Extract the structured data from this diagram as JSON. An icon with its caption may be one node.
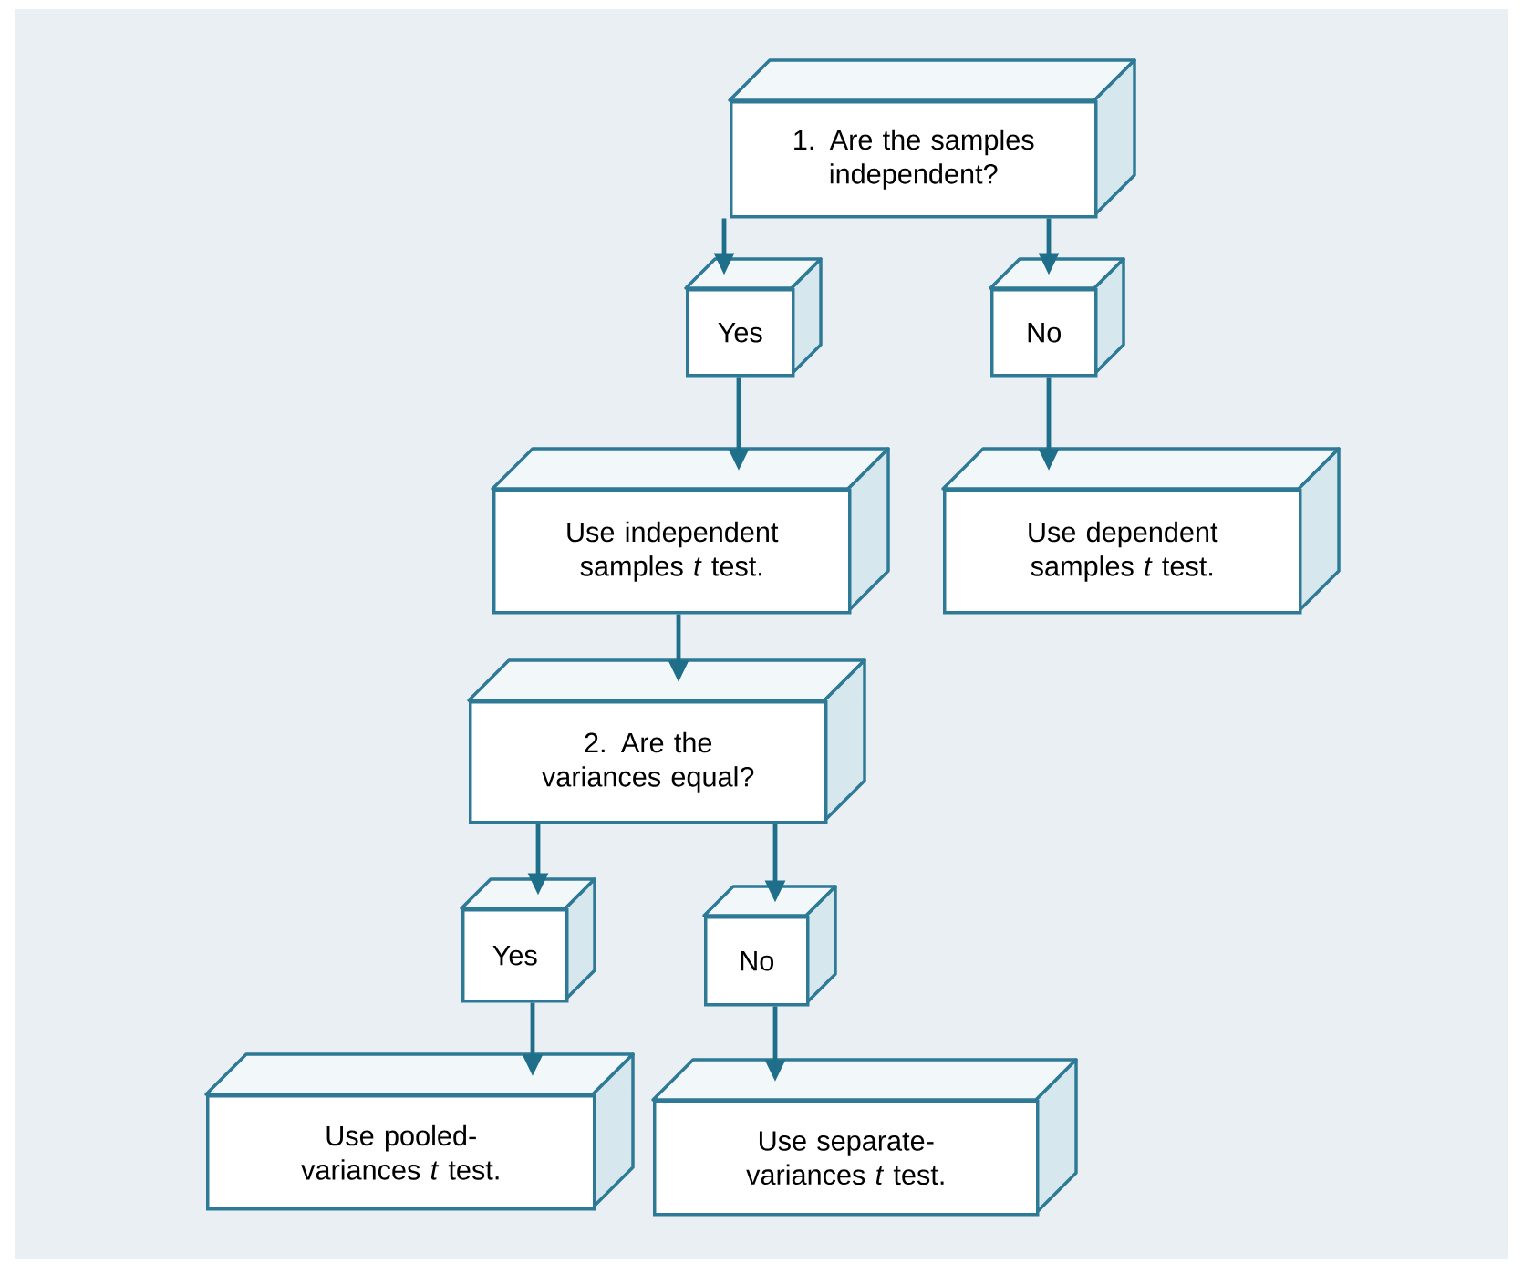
{
  "diagram": {
    "nodes": [
      {
        "text": [
          "1. Are the samples independent?"
        ]
      },
      {
        "text": [
          "Yes"
        ]
      },
      {
        "text": [
          "No"
        ]
      },
      {
        "text": [
          "Use independent samples *t* test."
        ]
      },
      {
        "text": [
          "Use dependent samples *t* test."
        ]
      },
      {
        "text": [
          "2. Are the variances equal?"
        ]
      },
      {
        "text": [
          "Yes"
        ]
      },
      {
        "text": [
          "No"
        ]
      },
      {
        "text": [
          "Use pooled-variances *t* test."
        ]
      },
      {
        "text": [
          "Use separate-variances *t* test."
        ]
      }
    ],
    "edges": [
      {
        "from": 0,
        "to": 1,
        "arrow": "to"
      },
      {
        "from": 0,
        "to": 2,
        "arrow": "to"
      },
      {
        "from": 1,
        "to": 3,
        "arrow": "to"
      },
      {
        "from": 2,
        "to": 4,
        "arrow": "to"
      },
      {
        "from": 3,
        "to": 5,
        "arrow": "to"
      },
      {
        "from": 5,
        "to": 6,
        "arrow": "to"
      },
      {
        "from": 5,
        "to": 7,
        "arrow": "to"
      },
      {
        "from": 6,
        "to": 8,
        "arrow": "to"
      },
      {
        "from": 7,
        "to": 9,
        "arrow": "to"
      }
    ]
  }
}
